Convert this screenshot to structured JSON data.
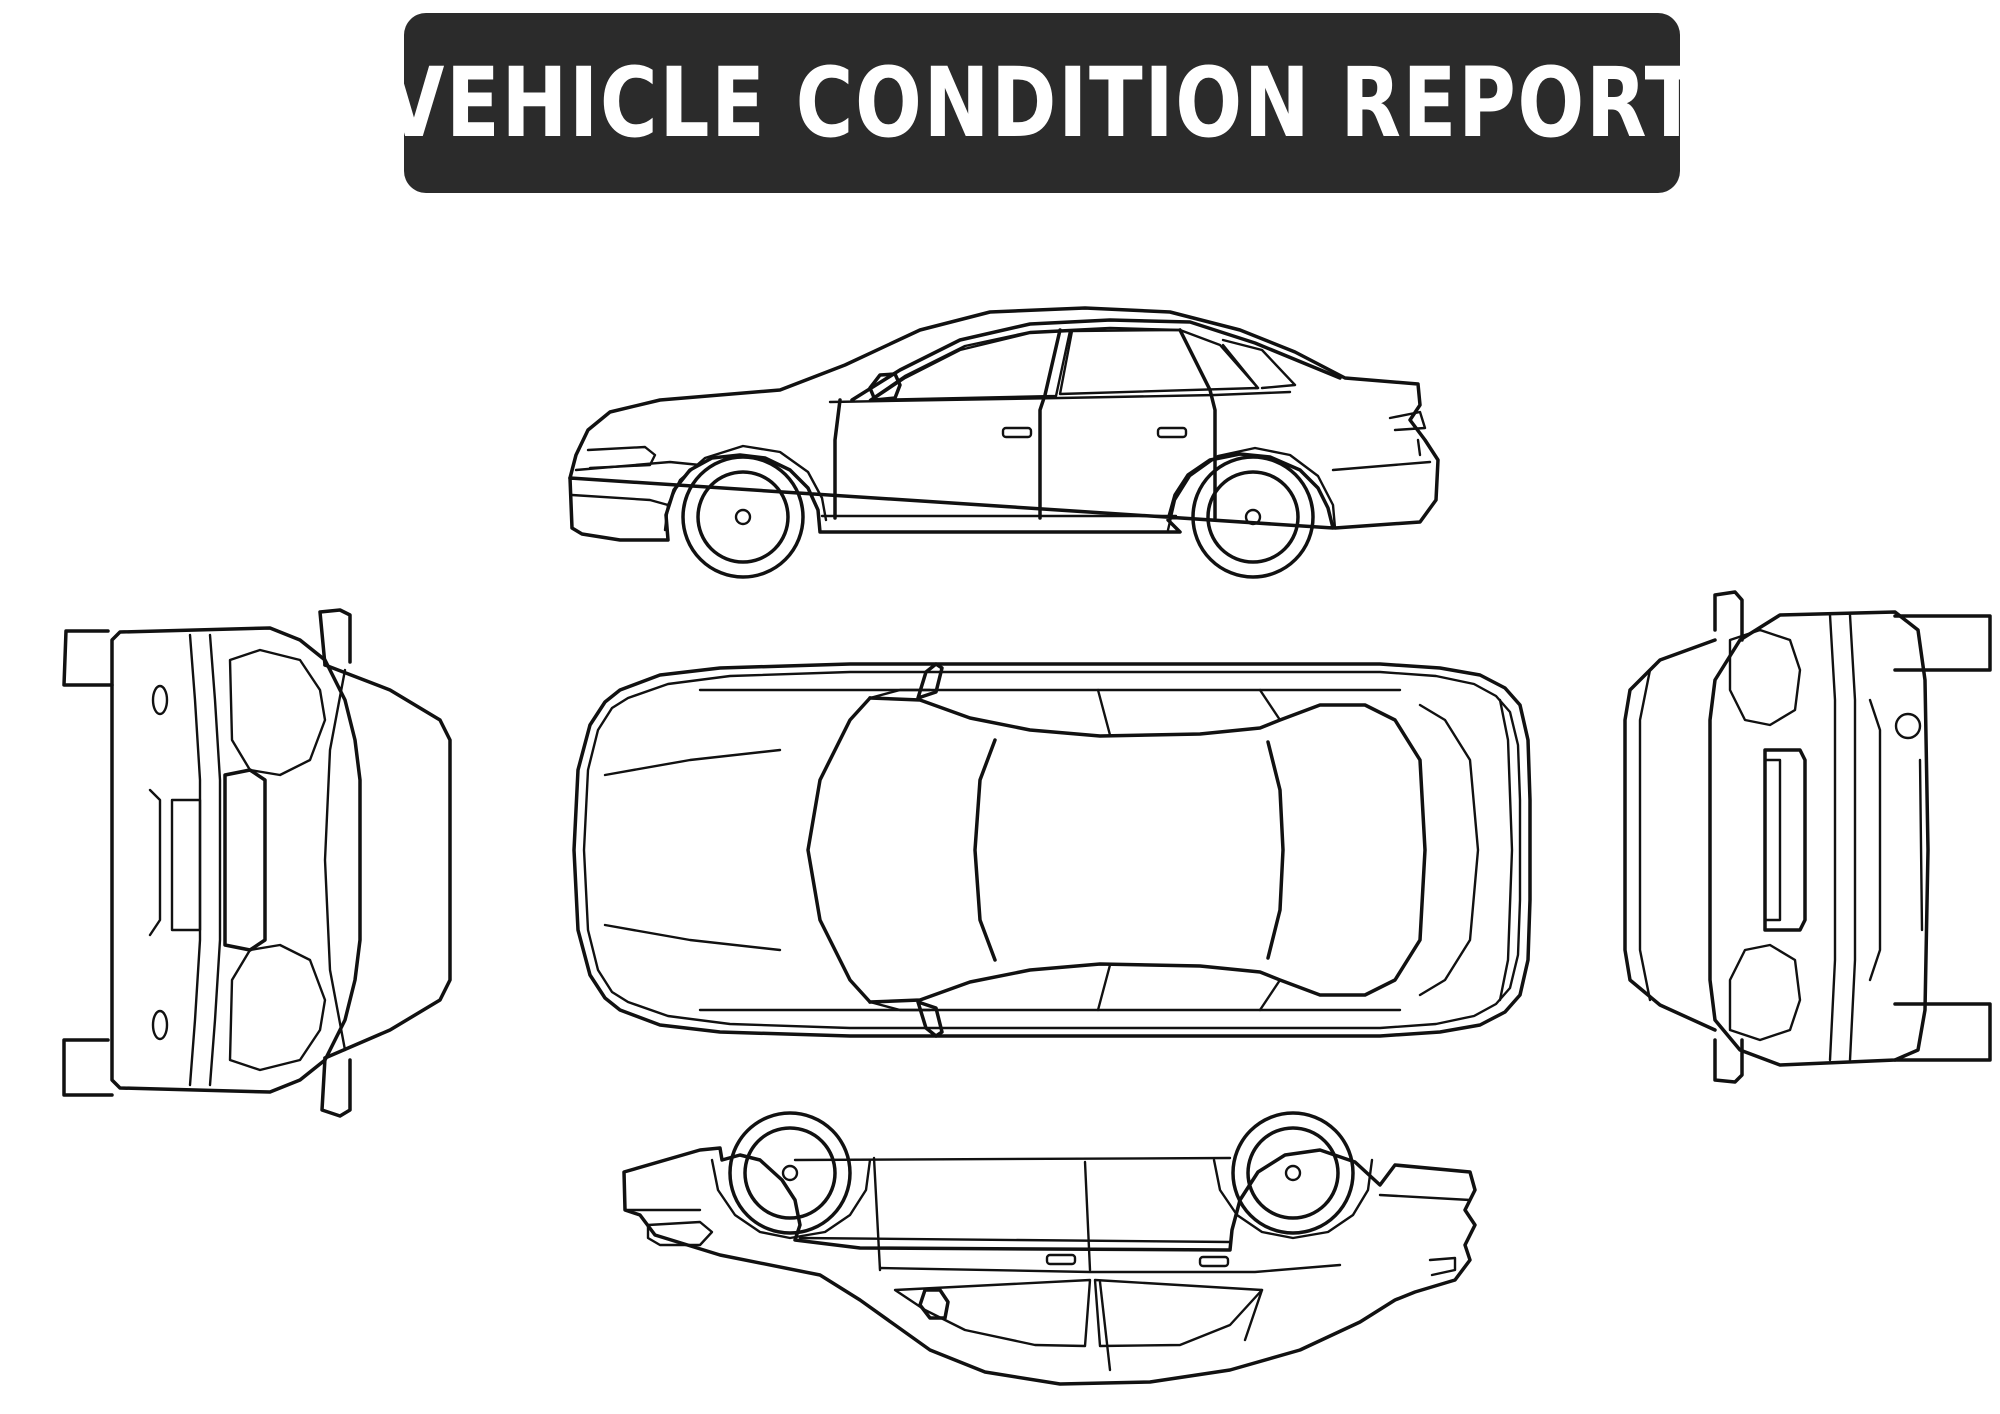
{
  "header": {
    "title": "VEHICLE CONDITION REPORT",
    "background_color": "#2b2b2b",
    "text_color": "#ffffff"
  },
  "diagram": {
    "views": [
      "side-view-left",
      "top-view",
      "front-view",
      "rear-view",
      "side-view-right"
    ],
    "line_color": "#111111"
  }
}
